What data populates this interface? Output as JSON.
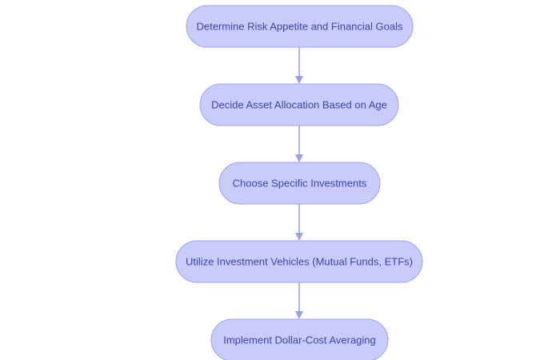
{
  "flowchart": {
    "colors": {
      "node_fill": "#c9ccfb",
      "node_border": "#9ea2ec",
      "label_text": "#3d44a6",
      "connector": "#9a9ee6"
    },
    "steps": [
      {
        "label": "Determine Risk Appetite and Financial Goals"
      },
      {
        "label": "Decide Asset Allocation Based on Age"
      },
      {
        "label": "Choose Specific Investments"
      },
      {
        "label": "Utilize Investment Vehicles (Mutual Funds, ETFs)"
      },
      {
        "label": "Implement Dollar-Cost Averaging"
      }
    ],
    "connectors": [
      {
        "from": 0,
        "to": 1
      },
      {
        "from": 1,
        "to": 2
      },
      {
        "from": 2,
        "to": 3
      },
      {
        "from": 3,
        "to": 4
      }
    ]
  }
}
